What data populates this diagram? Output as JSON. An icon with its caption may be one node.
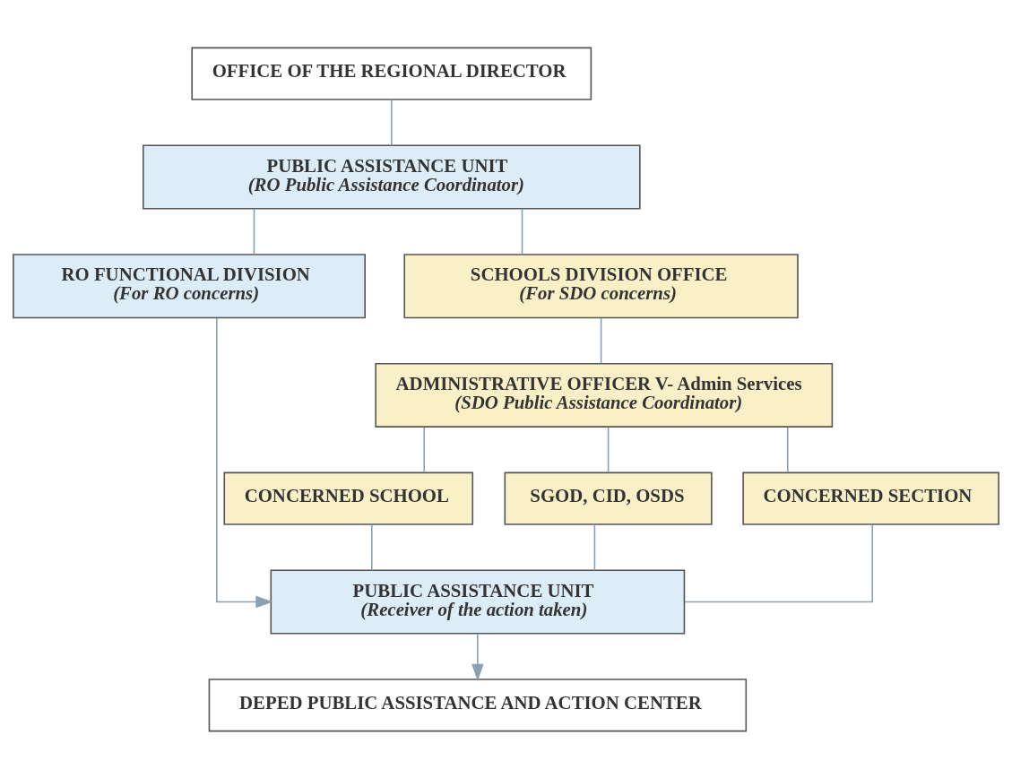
{
  "diagram": {
    "nodes": [
      {
        "text": [
          "OFFICE OF THE REGIONAL DIRECTOR"
        ]
      },
      {
        "text": [
          "PUBLIC ASSISTANCE UNIT",
          "(RO Public Assistance Coordinator)"
        ]
      },
      {
        "text": [
          "RO FUNCTIONAL DIVISION",
          "(For RO concerns)"
        ]
      },
      {
        "text": [
          "SCHOOLS DIVISION OFFICE",
          "(For SDO concerns)"
        ]
      },
      {
        "text": [
          "ADMINISTRATIVE OFFICER V- Admin Services",
          "(SDO Public Assistance Coordinator)"
        ]
      },
      {
        "text": [
          "CONCERNED SCHOOL"
        ]
      },
      {
        "text": [
          "SGOD, CID, OSDS"
        ]
      },
      {
        "text": [
          "CONCERNED SECTION"
        ]
      },
      {
        "text": [
          "PUBLIC ASSISTANCE UNIT",
          "(Receiver of the action taken)"
        ]
      },
      {
        "text": [
          "DEPED PUBLIC ASSISTANCE AND ACTION CENTER"
        ]
      }
    ],
    "edges": [
      {
        "from": 0,
        "to": 1,
        "arrow": "none"
      },
      {
        "from": 1,
        "to": 2,
        "arrow": "none"
      },
      {
        "from": 1,
        "to": 3,
        "arrow": "none"
      },
      {
        "from": 3,
        "to": 4,
        "arrow": "none"
      },
      {
        "from": 4,
        "to": 5,
        "arrow": "none"
      },
      {
        "from": 4,
        "to": 6,
        "arrow": "none"
      },
      {
        "from": 4,
        "to": 7,
        "arrow": "none"
      },
      {
        "from": 5,
        "to": 8,
        "arrow": "none"
      },
      {
        "from": 6,
        "to": 8,
        "arrow": "none"
      },
      {
        "from": 7,
        "to": 8,
        "arrow": "none"
      },
      {
        "from": 2,
        "to": 8,
        "arrow": "to"
      },
      {
        "from": 8,
        "to": 9,
        "arrow": "to"
      }
    ]
  }
}
